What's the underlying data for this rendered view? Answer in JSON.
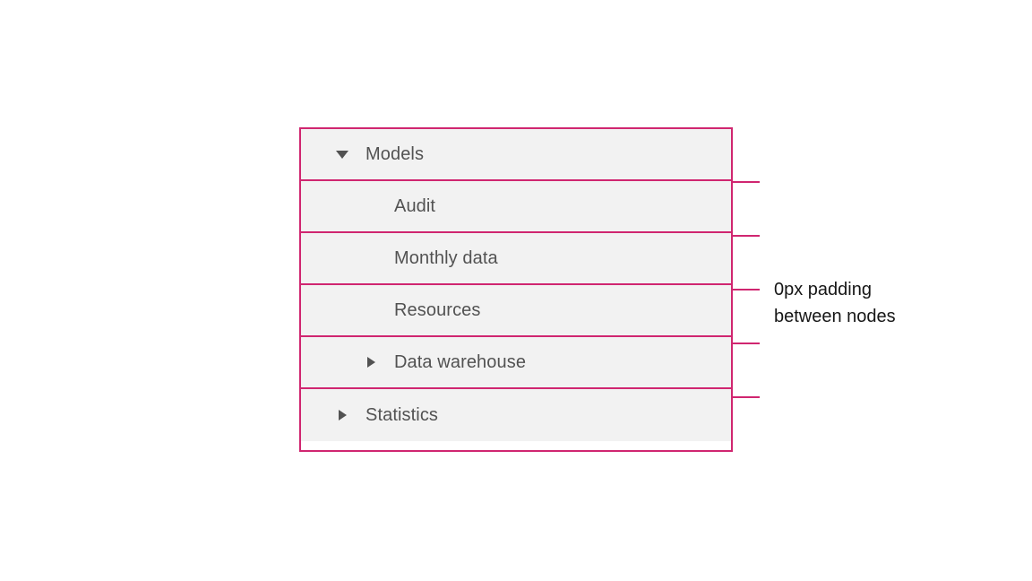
{
  "colors": {
    "annotation_accent": "#d02670",
    "row_background": "#f2f2f2",
    "tree_text": "#525252",
    "annotation_text": "#161616",
    "page_background": "#ffffff"
  },
  "tree": {
    "nodes": [
      {
        "label": "Models",
        "level": 1,
        "caret": "down",
        "expanded": true
      },
      {
        "label": "Audit",
        "level": 2,
        "caret": "none",
        "expanded": false
      },
      {
        "label": "Monthly data",
        "level": 2,
        "caret": "none",
        "expanded": false
      },
      {
        "label": "Resources",
        "level": 2,
        "caret": "none",
        "expanded": false
      },
      {
        "label": "Data warehouse",
        "level": 2,
        "caret": "right",
        "expanded": false
      },
      {
        "label": "Statistics",
        "level": 1,
        "caret": "right",
        "expanded": false
      }
    ]
  },
  "annotation": {
    "line1": "0px padding",
    "line2": "between nodes",
    "marker_count": 5
  },
  "icons": {
    "caret_down": "caret-down-icon",
    "caret_right": "caret-right-icon"
  }
}
